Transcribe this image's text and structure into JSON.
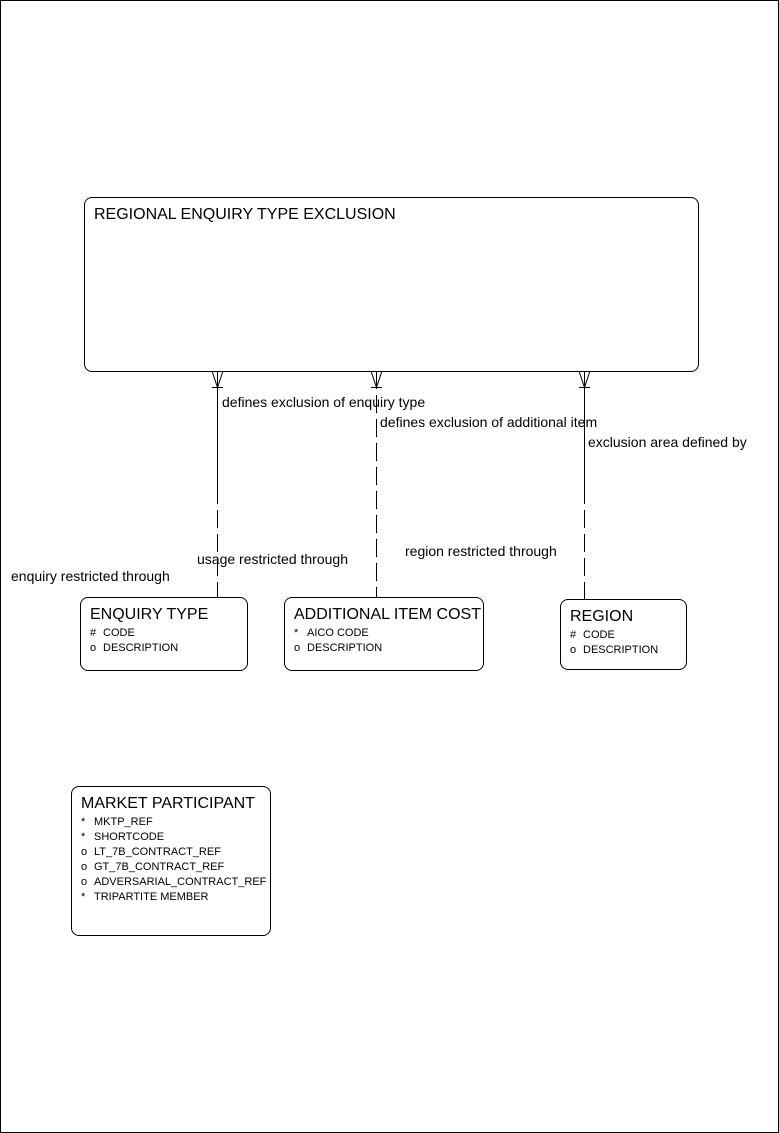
{
  "entities": {
    "regional_enquiry_type_exclusion": {
      "name": "REGIONAL ENQUIRY TYPE EXCLUSION",
      "attributes": []
    },
    "enquiry_type": {
      "name": "ENQUIRY TYPE",
      "attributes": [
        {
          "symbol": "#",
          "name": "CODE"
        },
        {
          "symbol": "o",
          "name": "DESCRIPTION"
        }
      ]
    },
    "additional_item_cost": {
      "name": "ADDITIONAL ITEM COST",
      "attributes": [
        {
          "symbol": "*",
          "name": "AICO CODE"
        },
        {
          "symbol": "o",
          "name": "DESCRIPTION"
        }
      ]
    },
    "region": {
      "name": "REGION",
      "attributes": [
        {
          "symbol": "#",
          "name": "CODE"
        },
        {
          "symbol": "o",
          "name": "DESCRIPTION"
        }
      ]
    },
    "market_participant": {
      "name": "MARKET PARTICIPANT",
      "attributes": [
        {
          "symbol": "*",
          "name": "MKTP_REF"
        },
        {
          "symbol": "*",
          "name": "SHORTCODE"
        },
        {
          "symbol": "o",
          "name": "LT_7B_CONTRACT_REF"
        },
        {
          "symbol": "o",
          "name": "GT_7B_CONTRACT_REF"
        },
        {
          "symbol": "o",
          "name": "ADVERSARIAL_CONTRACT_REF"
        },
        {
          "symbol": "*",
          "name": "TRIPARTITE MEMBER"
        }
      ]
    }
  },
  "relationships": {
    "enquiry_type": {
      "upper_label": "defines exclusion of enquiry type",
      "lower_label": "enquiry restricted through"
    },
    "additional_item": {
      "upper_label": "defines exclusion of additional item",
      "lower_label": "usage restricted through"
    },
    "region": {
      "upper_label": "exclusion area defined by",
      "lower_label": "region restricted through"
    }
  }
}
